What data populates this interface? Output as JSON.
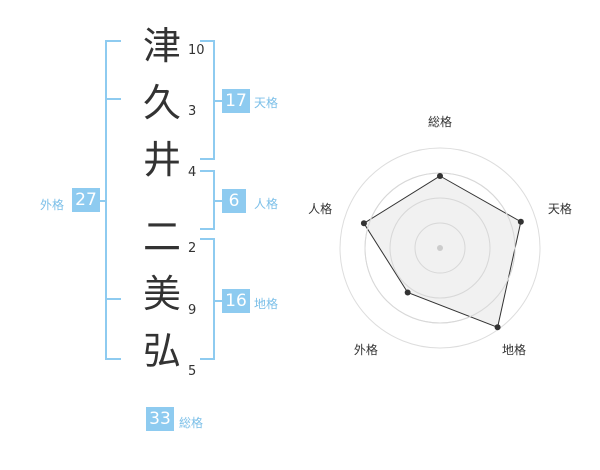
{
  "name": {
    "characters": [
      {
        "char": "津",
        "strokes": "10"
      },
      {
        "char": "久",
        "strokes": "3"
      },
      {
        "char": "井",
        "strokes": "4"
      },
      {
        "char": "二",
        "strokes": "2"
      },
      {
        "char": "美",
        "strokes": "9"
      },
      {
        "char": "弘",
        "strokes": "5"
      }
    ]
  },
  "kakusu": {
    "tenkaku": {
      "label": "天格",
      "value": "17"
    },
    "jinkaku": {
      "label": "人格",
      "value": "6"
    },
    "chikaku": {
      "label": "地格",
      "value": "16"
    },
    "gaikaku": {
      "label": "外格",
      "value": "27"
    },
    "soukaku": {
      "label": "総格",
      "value": "33"
    }
  },
  "colors": {
    "accent": "#8ecbf0",
    "accent_text": "#7bbfe8",
    "radar_fill": "#eeeeee",
    "radar_stroke": "#333333"
  },
  "chart_data": {
    "type": "radar",
    "axes": [
      "総格",
      "天格",
      "地格",
      "外格",
      "人格"
    ],
    "values": [
      0.72,
      0.85,
      0.98,
      0.55,
      0.8
    ],
    "max": 1,
    "rings": 4
  }
}
